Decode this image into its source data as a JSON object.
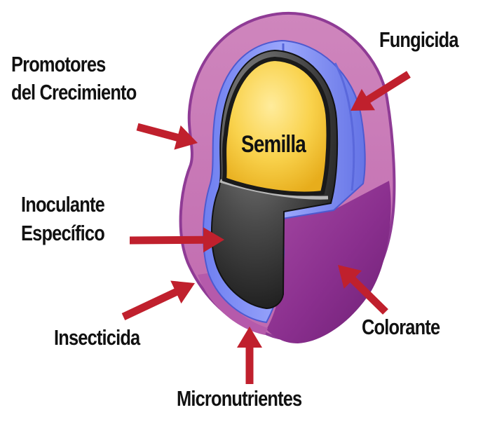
{
  "diagram": {
    "center_label": "Semilla",
    "labels": {
      "promotores_line1": "Promotores",
      "promotores_line2": "del Crecimiento",
      "fungicida": "Fungicida",
      "inoculante_line1": "Inoculante",
      "inoculante_line2": "Específico",
      "insecticida": "Insecticida",
      "micronutrientes": "Micronutrientes",
      "colorante": "Colorante"
    },
    "colors": {
      "arrow": "#c0202d",
      "outer_coat": "#9a3c98",
      "outer_coat_light": "#c979b8",
      "blue_layer": "#7f8ef4",
      "seed_yellow": "#f7c93a",
      "seed_dark": "#2b2b2b",
      "label_text": "#111111"
    }
  }
}
